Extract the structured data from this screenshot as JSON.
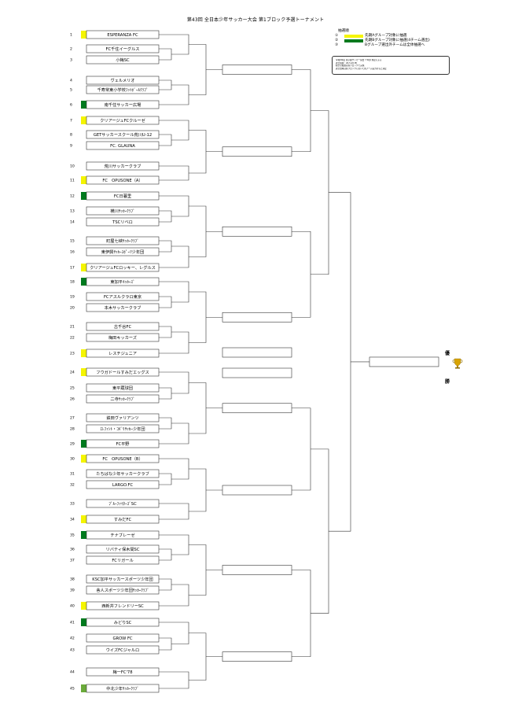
{
  "title": "第43回 全日本少年サッカー大会 第1ブロック予選トーナメント",
  "legend": {
    "header": "抽選順",
    "items": [
      {
        "num": "①",
        "color": "#f5f500",
        "text": "先期Aグループ対象に抽選"
      },
      {
        "num": "②",
        "color": "#007a1e",
        "text": "先期Bグループ対象に抽選(4チーム選出)"
      },
      {
        "num": "③",
        "color": "",
        "text": "Bグループ選出外チームは全体抽選へ"
      }
    ]
  },
  "notes": [
    "令和6年度 東京都サッカー協会 少年部 規定による",
    "試合時間：20-5-20 PK",
    "組合せ抽選は各ブロックで実施",
    "試合会場は各ブロックにおいて各チーム協力のもと決定"
  ],
  "teams": [
    {
      "seed": "1",
      "name": "ESPERANZA FC",
      "color": "#f5f500"
    },
    {
      "seed": "2",
      "name": "FC千住イーグルス",
      "color": ""
    },
    {
      "seed": "3",
      "name": "小梅SC",
      "color": ""
    },
    {
      "seed": "4",
      "name": "ヴェルメリオ",
      "color": ""
    },
    {
      "seed": "5",
      "name": "千寿常東小学校ﾌｯﾄﾎﾞｰﾙｸﾗﾌﾞ",
      "color": ""
    },
    {
      "seed": "6",
      "name": "南千住サッカー広場",
      "color": "#007a1e"
    },
    {
      "seed": "7",
      "name": "クリアージュFCクルーゼ",
      "color": "#f5f500"
    },
    {
      "seed": "8",
      "name": "GETサッカースクール荒川U-12",
      "color": ""
    },
    {
      "seed": "9",
      "name": "FC. GLAUNA",
      "color": ""
    },
    {
      "seed": "10",
      "name": "荒川サッカークラブ",
      "color": ""
    },
    {
      "seed": "11",
      "name": "FC　OPUSONE（A）",
      "color": "#f5f500"
    },
    {
      "seed": "12",
      "name": "FC日暮里",
      "color": "#007a1e"
    },
    {
      "seed": "13",
      "name": "横川ｻｯｶｰｸﾗﾌﾞ",
      "color": ""
    },
    {
      "seed": "14",
      "name": "TSCリベロ",
      "color": ""
    },
    {
      "seed": "15",
      "name": "町屋七峡ｻｯｶｰｸﾗﾌﾞ",
      "color": ""
    },
    {
      "seed": "16",
      "name": "東伊興ｻｯｶｰｽﾎﾟｰﾂ少年団",
      "color": ""
    },
    {
      "seed": "17",
      "name": "クリアージュFCロッキー、レグルス",
      "color": "#f5f500"
    },
    {
      "seed": "18",
      "name": "東加平ｷｯｶｰｽﾞ",
      "color": "#007a1e"
    },
    {
      "seed": "19",
      "name": "FCアスルクラロ東京",
      "color": ""
    },
    {
      "seed": "20",
      "name": "本木サッカークラブ",
      "color": ""
    },
    {
      "seed": "21",
      "name": "古千谷FC",
      "color": ""
    },
    {
      "seed": "22",
      "name": "梅田キッカーズ",
      "color": ""
    },
    {
      "seed": "23",
      "name": "レスチジュニア",
      "color": "#f5f500"
    },
    {
      "seed": "24",
      "name": "フウガドールすみだエッグス",
      "color": "#f5f500"
    },
    {
      "seed": "25",
      "name": "東平蔵球団",
      "color": ""
    },
    {
      "seed": "26",
      "name": "二寺ｻｯｶｰｸﾗﾌﾞ",
      "color": ""
    },
    {
      "seed": "27",
      "name": "鉄田ヴァリアンツ",
      "color": ""
    },
    {
      "seed": "28",
      "name": "ｴﾚﾌｧﾝﾄ・ｺｷﾞﾘｻｯｶｰ少年団",
      "color": ""
    },
    {
      "seed": "29",
      "name": "FC平野",
      "color": "#007a1e"
    },
    {
      "seed": "30",
      "name": "FC　OPUSONE（B）",
      "color": "#f5f500"
    },
    {
      "seed": "31",
      "name": "たちばな少年サッカークラブ",
      "color": ""
    },
    {
      "seed": "32",
      "name": "LARGO.FC",
      "color": ""
    },
    {
      "seed": "33",
      "name": "ﾌﾞﾙｰﾌｧｲﾀｰｽﾞSC",
      "color": ""
    },
    {
      "seed": "34",
      "name": "すみだFC",
      "color": "#f5f500"
    },
    {
      "seed": "35",
      "name": "チナブレーゼ",
      "color": "#007a1e"
    },
    {
      "seed": "36",
      "name": "リバティ保木間SC",
      "color": ""
    },
    {
      "seed": "37",
      "name": "FCリガール",
      "color": ""
    },
    {
      "seed": "38",
      "name": "KSC加平サッカースポーツ少年団",
      "color": ""
    },
    {
      "seed": "39",
      "name": "舎人スポーツ少年団ｻｯｶｰｸﾗﾌﾞ",
      "color": ""
    },
    {
      "seed": "40",
      "name": "西新井フレンドリーSC",
      "color": "#f5f500"
    },
    {
      "seed": "41",
      "name": "みどりSC",
      "color": "#007a1e"
    },
    {
      "seed": "42",
      "name": "GROW FC",
      "color": ""
    },
    {
      "seed": "43",
      "name": "ウイズFCジャルロ",
      "color": ""
    },
    {
      "seed": "44",
      "name": "梅一FC'78",
      "color": ""
    },
    {
      "seed": "45",
      "name": "中北少年ｻｯｶｰｸﾗﾌﾞ",
      "color": "#6aaa3a"
    }
  ],
  "champion": {
    "top": "優",
    "bottom": "勝",
    "icon": "trophy-icon"
  }
}
